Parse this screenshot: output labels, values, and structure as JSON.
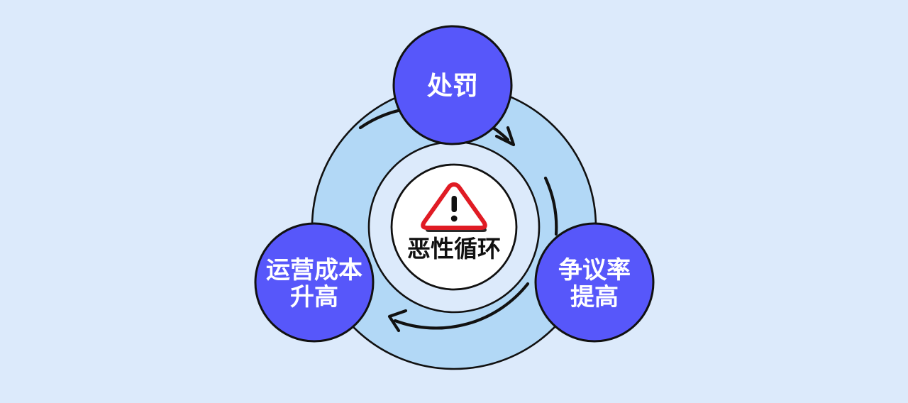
{
  "diagram": {
    "title": "恶性循环",
    "type": "cycle-diagram",
    "background_color": "#dceafb",
    "ring_color": "#b2d8f6",
    "node_color": "#5757fa",
    "outline_color": "#111111",
    "center": {
      "label": "恶性循环",
      "icon": "warning-triangle-icon",
      "icon_colors": {
        "outline": "#e01b24",
        "fill": "#ffffff",
        "mark": "#111111"
      },
      "fill": "#ffffff"
    },
    "nodes": [
      {
        "id": "node-penalty",
        "label": "处罚",
        "lines": [
          "处罚"
        ],
        "position": "top"
      },
      {
        "id": "node-dispute-rate",
        "label": "争议率提高",
        "lines": [
          "争议率",
          "提高"
        ],
        "position": "bottom-right"
      },
      {
        "id": "node-operating-cost",
        "label": "运营成本升高",
        "lines": [
          "运营成本",
          "升高"
        ],
        "position": "bottom-left"
      }
    ],
    "arrows": [
      {
        "id": "arrow-penalty-to-dispute",
        "from": "node-penalty",
        "to": "node-dispute-rate",
        "direction": "clockwise"
      },
      {
        "id": "arrow-dispute-to-cost",
        "from": "node-dispute-rate",
        "to": "node-operating-cost",
        "direction": "clockwise"
      },
      {
        "id": "arrow-cost-to-penalty",
        "from": "node-operating-cost",
        "to": "node-penalty",
        "direction": "clockwise"
      }
    ]
  }
}
